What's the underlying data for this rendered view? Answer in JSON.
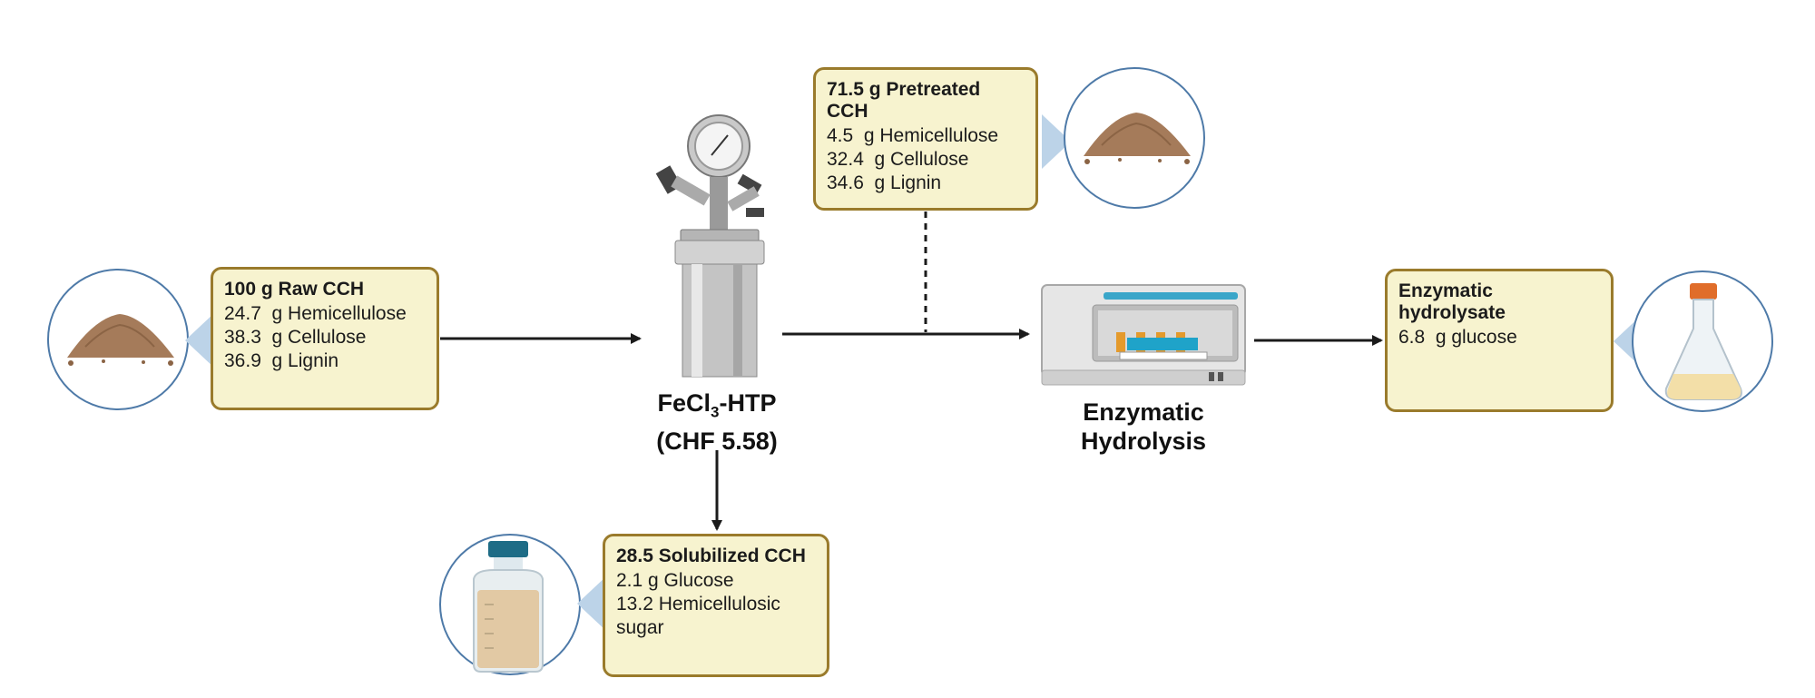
{
  "boxes": {
    "raw": {
      "title": "100 g Raw CCH",
      "lines": [
        "24.7  g Hemicellulose",
        "38.3  g Cellulose",
        "36.9  g Lignin"
      ]
    },
    "pretreated": {
      "title": "71.5 g Pretreated CCH",
      "lines": [
        "4.5  g Hemicellulose",
        "32.4  g Cellulose",
        "34.6  g Lignin"
      ]
    },
    "solubilized": {
      "title": "28.5 Solubilized CCH",
      "lines": [
        "2.1 g Glucose",
        "13.2 Hemicellulosic",
        "sugar"
      ]
    },
    "hydrolysate": {
      "title": "Enzymatic hydrolysate",
      "lines": [
        "6.8  g glucose"
      ]
    }
  },
  "reactor_label": {
    "line1_main": "FeCl",
    "line1_sub": "3",
    "line1_rest": "-HTP",
    "line2": "(CHF 5.58)"
  },
  "hydrolysis_label": {
    "line1": "Enzymatic",
    "line2": "Hydrolysis"
  },
  "colors": {
    "box_fill": "#f7f3cf",
    "box_border": "#9a7b2c",
    "circle_border": "#4e7aa8",
    "callout_triangle": "#bcd3e8",
    "arrow": "#1b1b1b",
    "biomass": "#a57b5a"
  }
}
